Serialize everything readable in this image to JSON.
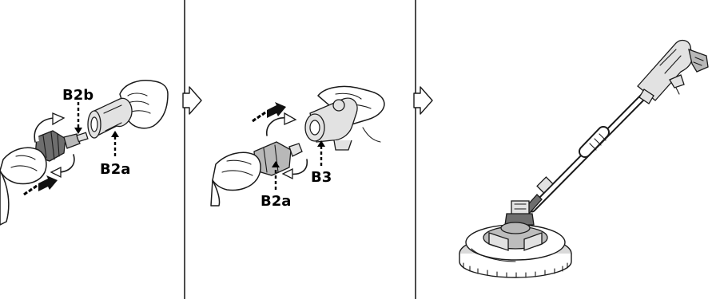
{
  "step1": {
    "label_top": "B2b",
    "label_bottom": "B2a"
  },
  "step2": {
    "label_left": "B2a",
    "label_right": "B3"
  },
  "icons": [
    "rotate-arrow-icon",
    "push-arrow-icon",
    "step-chevron-icon",
    "surface-cleaner-attachment"
  ]
}
